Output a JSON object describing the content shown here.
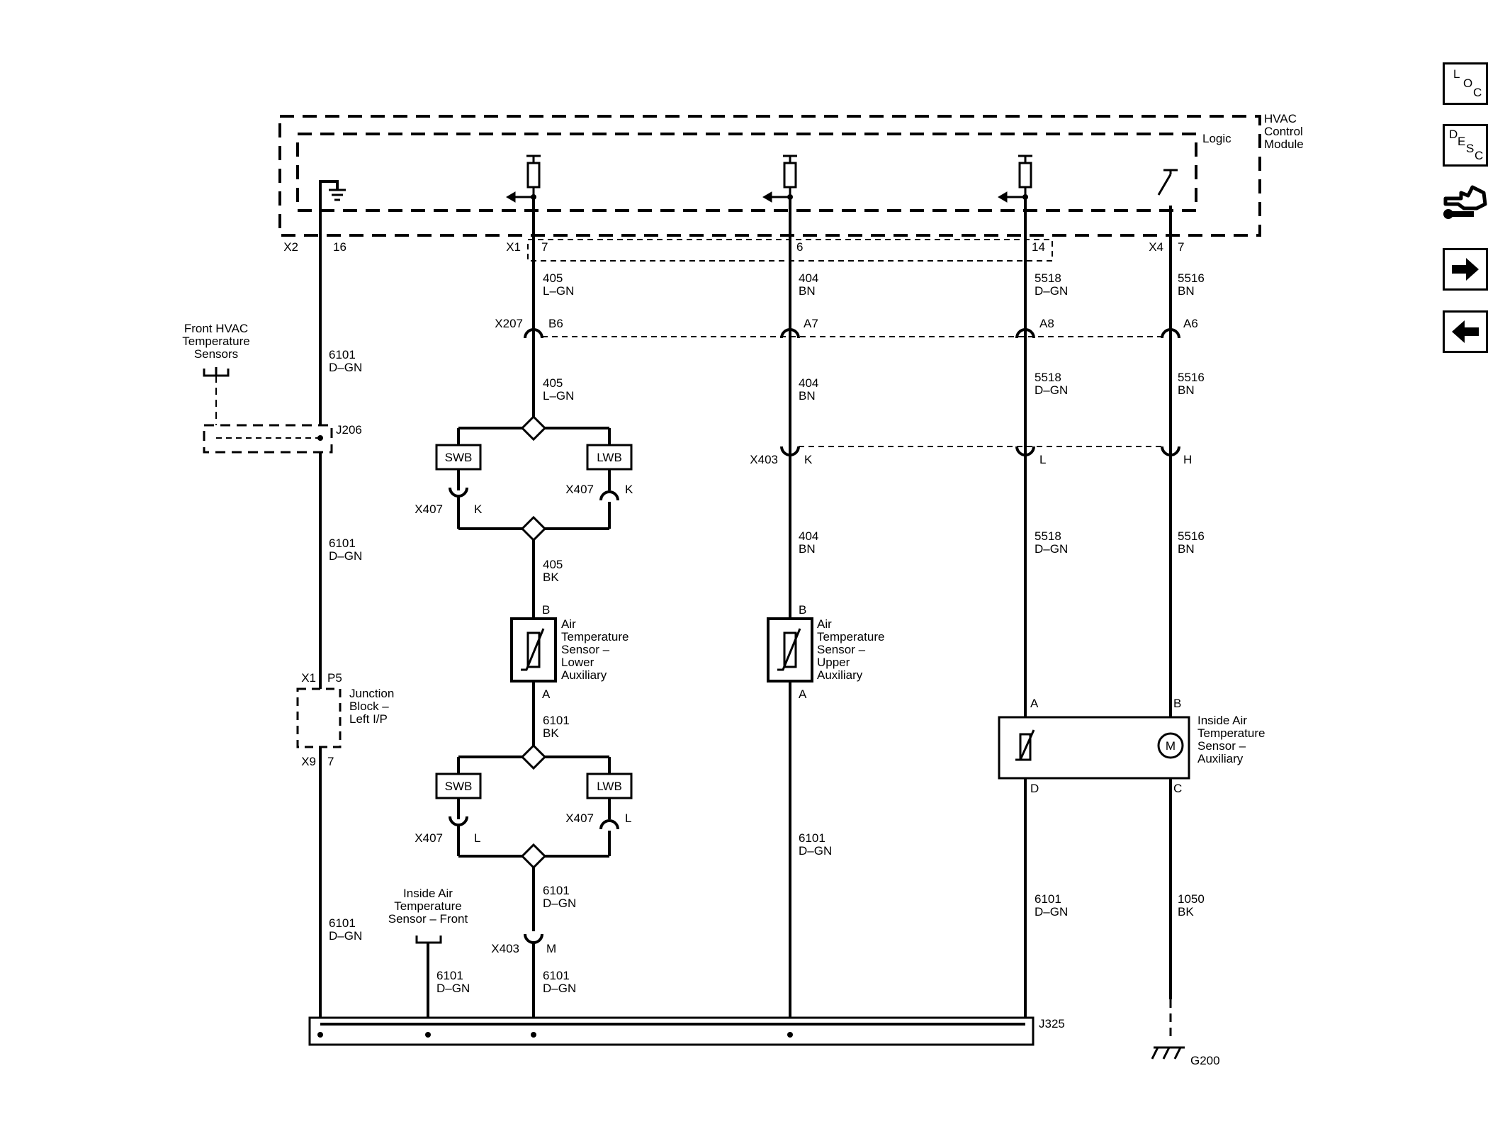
{
  "module": {
    "name": "HVAC\nControl\nModule",
    "logic_label": "Logic",
    "ground_connector": "X2",
    "ground_pin": "16",
    "x1_connector": "X1",
    "x1_pins": [
      "7",
      "6",
      "14"
    ],
    "x4_connector": "X4",
    "x4_pin": "7"
  },
  "wires": {
    "w405_lgn": "405\nL–GN",
    "w404_bn": "404\nBN",
    "w5518_dgn": "5518\nD–GN",
    "w5516_bn": "5516\nBN",
    "w405_bk": "405\nBK",
    "w6101_dgn": "6101\nD–GN",
    "w6101_bk": "6101\nBK",
    "w1050_bk": "1050\nBK"
  },
  "connectors": {
    "x207": "X207",
    "x207_pins": [
      "B6",
      "A7",
      "A8",
      "A6"
    ],
    "x403": "X403",
    "x403_pins": [
      "K",
      "L",
      "H"
    ],
    "x403_lower_pin": "M",
    "x407": "X407",
    "x407_upper_pin": "K",
    "x407_lower_pin": "L",
    "j206": "J206",
    "j325": "J325",
    "g200": "G200",
    "jb_top": "X1",
    "jb_top_pin": "P5",
    "jb_bottom": "X9",
    "jb_bottom_pin": "7"
  },
  "components": {
    "front_hvac_sensors": "Front HVAC\nTemperature\nSensors",
    "junction_block": "Junction\nBlock –\nLeft I/P",
    "swb": "SWB",
    "lwb": "LWB",
    "lower_aux": "Air\nTemperature\nSensor –\nLower\nAuxiliary",
    "upper_aux": "Air\nTemperature\nSensor –\nUpper\nAuxiliary",
    "inside_aux": "Inside Air\nTemperature\nSensor –\nAuxiliary",
    "inside_front": "Inside Air\nTemperature\nSensor – Front",
    "motor_symbol": "M",
    "pin_a": "A",
    "pin_b": "B",
    "pin_c": "C",
    "pin_d": "D"
  },
  "nav": {
    "loc_letters": [
      "L",
      "O",
      "C"
    ],
    "desc_letters": [
      "D",
      "E",
      "S",
      "C"
    ],
    "tools_icon": "hand-wrench-icon",
    "next_icon": "arrow-right-icon",
    "prev_icon": "arrow-left-icon"
  }
}
